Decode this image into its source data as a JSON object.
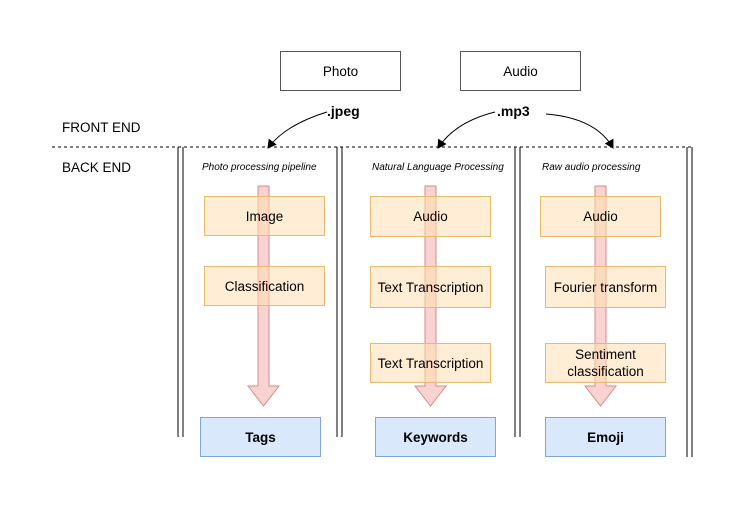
{
  "zones": {
    "front": "FRONT END",
    "back": "BACK END"
  },
  "sources": {
    "photo": "Photo",
    "audio": "Audio"
  },
  "extensions": {
    "photo": ".jpeg",
    "audio": ".mp3"
  },
  "lanes": [
    {
      "title": "Photo processing pipeline",
      "steps": [
        "Image",
        "Classification"
      ],
      "output": "Tags"
    },
    {
      "title": "Natural Language Processing",
      "steps": [
        "Audio",
        "Text Transcription",
        "Text Transcription"
      ],
      "output": "Keywords"
    },
    {
      "title": "Raw audio processing",
      "steps": [
        "Audio",
        "Fourier transform",
        "Sentiment classification"
      ],
      "output": "Emoji"
    }
  ],
  "colors": {
    "step_fill": "#ffe0b2",
    "step_border": "#e8b96a",
    "output_fill": "#dae8fc",
    "output_border": "#7ea6d8",
    "arrow_fill": "#f8cecc",
    "arrow_border": "#d98a88"
  }
}
